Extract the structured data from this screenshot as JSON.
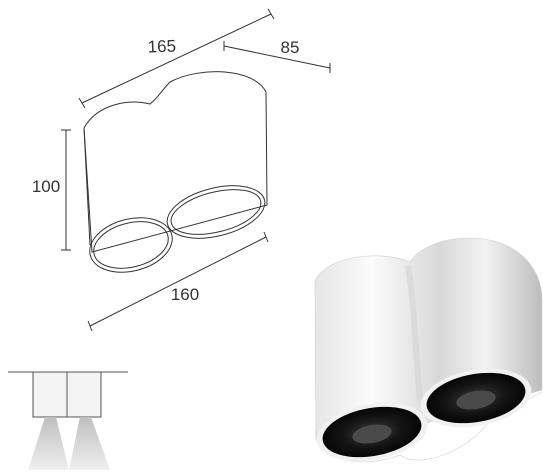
{
  "dimensions": {
    "width_label": "165",
    "depth_label": "85",
    "height_label": "100",
    "base_label": "160"
  },
  "colors": {
    "line": "#333333",
    "body_light": "#f4f4f4",
    "body_shade": "#c9c9c9",
    "aperture": "#111111",
    "beam": "#d6d6d6"
  },
  "icons": {
    "outline_drawing": "double-spot-outline",
    "beam_diagram": "double-beam-icon",
    "product_photo": "double-downlight-render"
  }
}
